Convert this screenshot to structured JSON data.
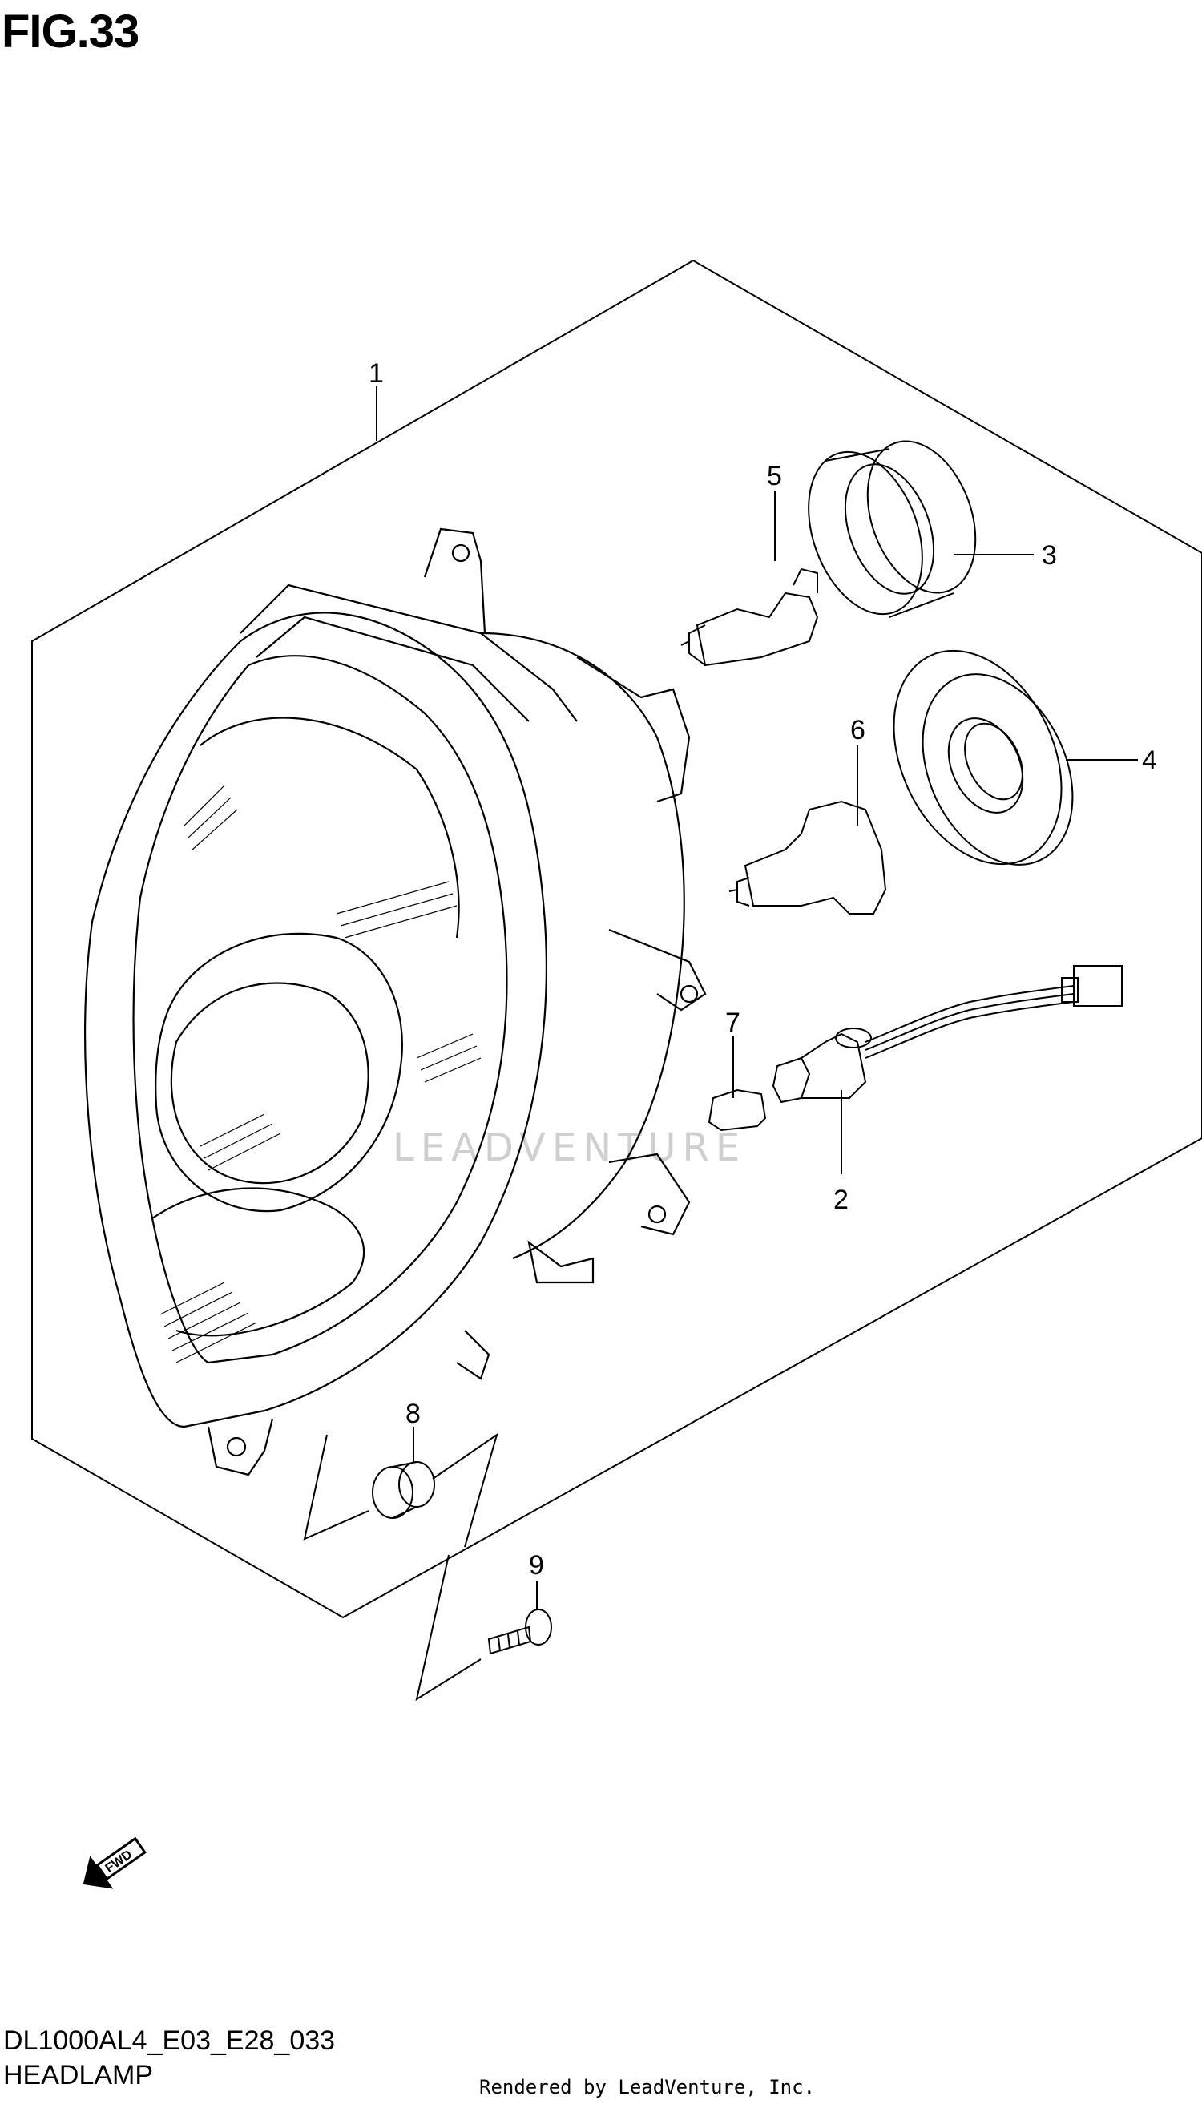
{
  "figure": {
    "title": "FIG.33"
  },
  "callouts": [
    {
      "id": 1,
      "label": "1"
    },
    {
      "id": 2,
      "label": "2"
    },
    {
      "id": 3,
      "label": "3"
    },
    {
      "id": 4,
      "label": "4"
    },
    {
      "id": 5,
      "label": "5"
    },
    {
      "id": 6,
      "label": "6"
    },
    {
      "id": 7,
      "label": "7"
    },
    {
      "id": 8,
      "label": "8"
    },
    {
      "id": 9,
      "label": "9"
    }
  ],
  "fwd_arrow": {
    "label": "FWD"
  },
  "watermark": {
    "text": "LEADVENTURE"
  },
  "footer": {
    "model_code": "DL1000AL4_E03_E28_033",
    "caption": "HEADLAMP",
    "credit": "Rendered by LeadVenture, Inc."
  }
}
